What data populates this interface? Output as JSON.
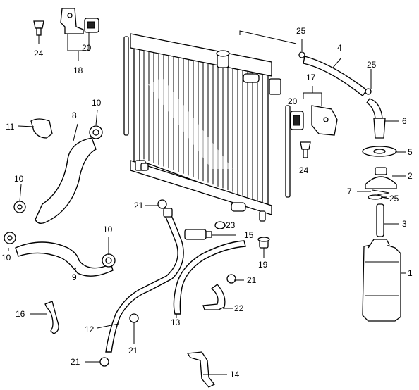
{
  "labels": {
    "l1": "1",
    "l2": "2",
    "l3": "3",
    "l4": "4",
    "l5": "5",
    "l6": "6",
    "l7": "7",
    "l8": "8",
    "l9": "9",
    "l10a": "10",
    "l10b": "10",
    "l10c": "10",
    "l10d": "10",
    "l11": "11",
    "l12": "12",
    "l13": "13",
    "l14": "14",
    "l15": "15",
    "l16": "16",
    "l17": "17",
    "l18": "18",
    "l19": "19",
    "l20a": "20",
    "l20b": "20",
    "l21a": "21",
    "l21b": "21",
    "l21c": "21",
    "l21d": "21",
    "l22": "22",
    "l23": "23",
    "l24a": "24",
    "l24b": "24",
    "l25a": "25",
    "l25b": "25",
    "l25c": "25"
  }
}
